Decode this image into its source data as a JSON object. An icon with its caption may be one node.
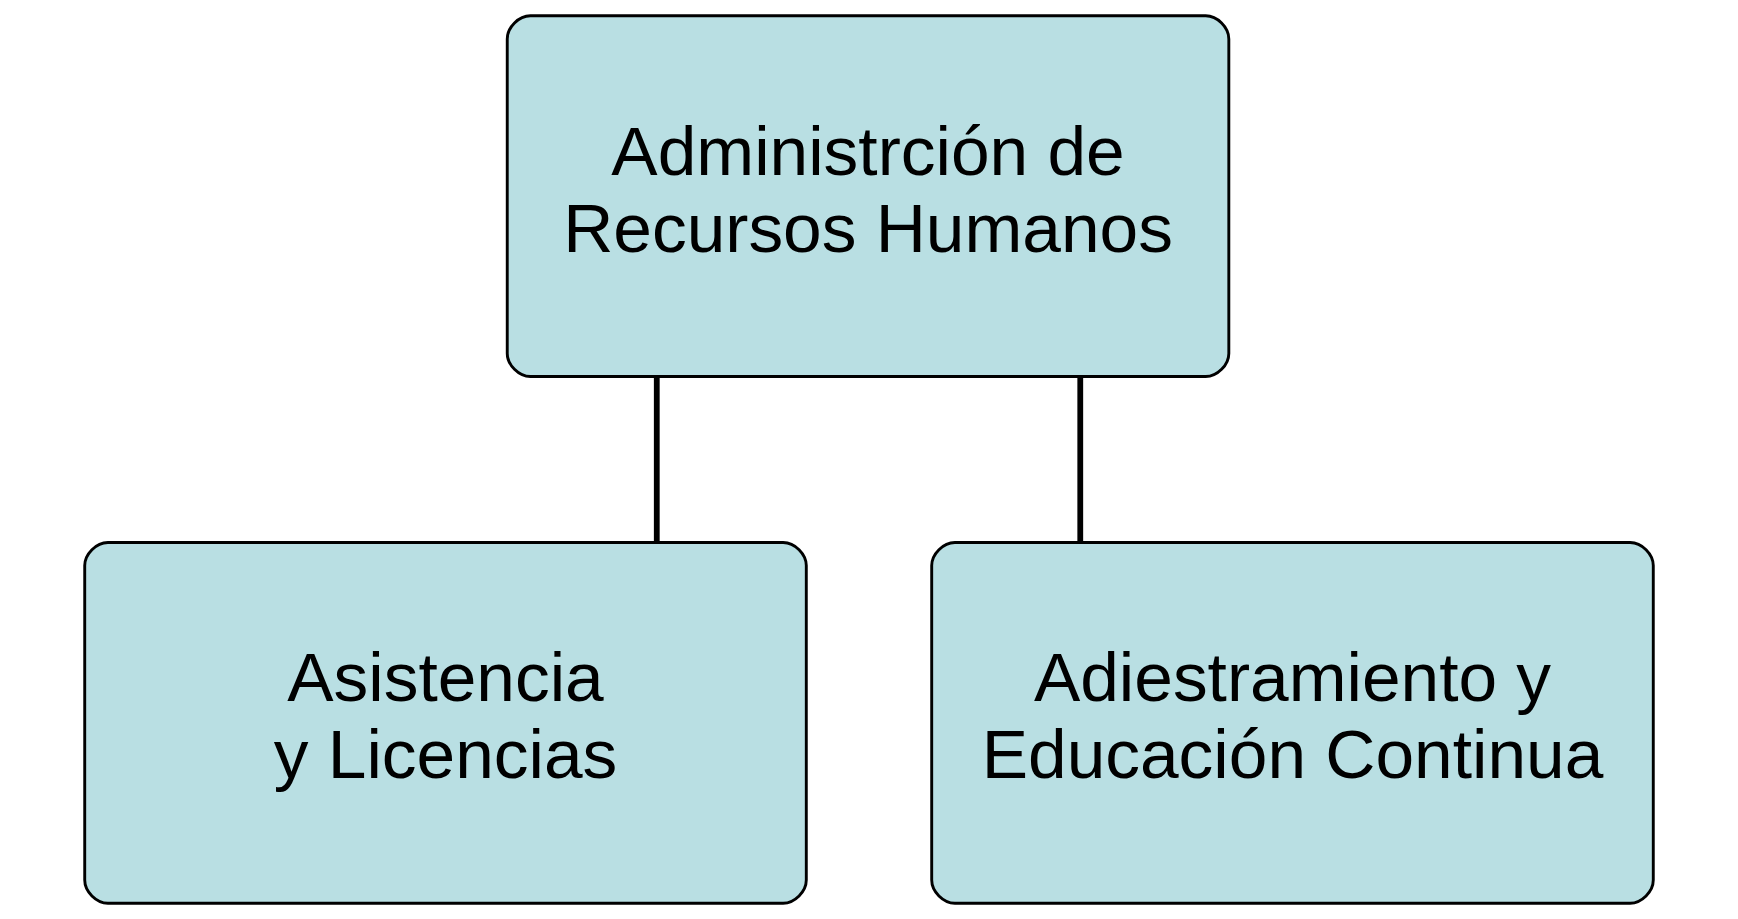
{
  "diagram": {
    "nodes": [
      {
        "text": [
          "Administrción de Recursos Humanos"
        ]
      },
      {
        "text": [
          "Asistencia y Licencias"
        ]
      },
      {
        "text": [
          "Adiestramiento y Educación Continua"
        ]
      }
    ],
    "edges": [
      {
        "from": 0,
        "to": 1,
        "arrow": "none"
      },
      {
        "from": 0,
        "to": 2,
        "arrow": "none"
      }
    ]
  }
}
